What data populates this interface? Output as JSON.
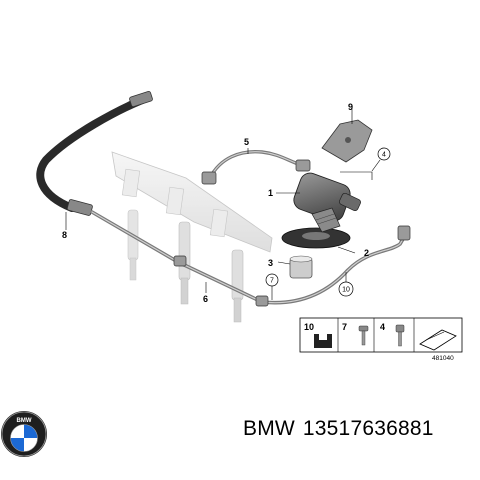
{
  "callouts": {
    "c1": "1",
    "c2": "2",
    "c3": "3",
    "c4": "4",
    "c5": "5",
    "c6": "6",
    "c7": "7",
    "c8": "8",
    "c9": "9",
    "c10": "10"
  },
  "parts_strip": {
    "labels": [
      "10",
      "7",
      "4"
    ],
    "reference_number": "481040"
  },
  "brand": {
    "name": "BMW",
    "part_number": "13517636881",
    "logo_text": "BMW"
  },
  "colors": {
    "line": "#000000",
    "hose": "#2a2a2a",
    "rail": "#d8d8d8",
    "pump": "#555555",
    "logo_blue": "#1c69d4"
  }
}
